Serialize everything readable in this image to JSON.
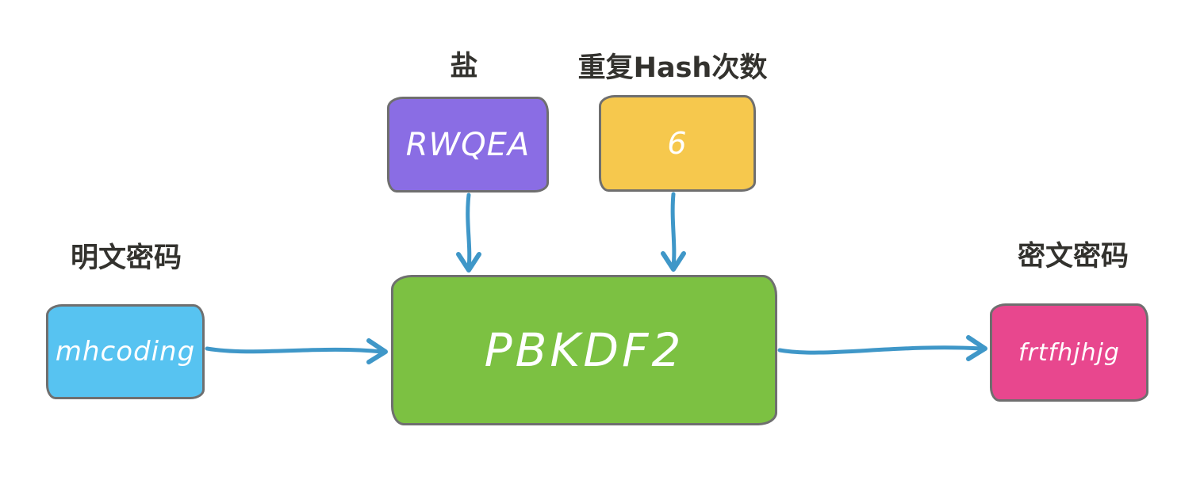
{
  "diagram": {
    "description": "PBKDF2 password hashing flow diagram",
    "colors": {
      "background": "#ffffff",
      "arrow": "#3f97c8",
      "node_border": "#6f6f6f",
      "label_text": "#33322e",
      "node_text": "#ffffff"
    },
    "labels": {
      "salt": "盐",
      "iterations": "重复Hash次数",
      "plaintext": "明文密码",
      "ciphertext": "密文密码"
    },
    "nodes": {
      "salt": {
        "value": "RWQEA",
        "fill": "#8a6de4"
      },
      "iterations": {
        "value": "6",
        "fill": "#f6c84d"
      },
      "plaintext": {
        "value": "mhcoding",
        "fill": "#57c3f1"
      },
      "pbkdf2": {
        "value": "PBKDF2",
        "fill": "#7cc142"
      },
      "ciphertext": {
        "value": "frtfhjhjg",
        "fill": "#e8478e"
      }
    },
    "edges": [
      {
        "from": "plaintext",
        "to": "pbkdf2"
      },
      {
        "from": "salt",
        "to": "pbkdf2"
      },
      {
        "from": "iterations",
        "to": "pbkdf2"
      },
      {
        "from": "pbkdf2",
        "to": "ciphertext"
      }
    ]
  }
}
